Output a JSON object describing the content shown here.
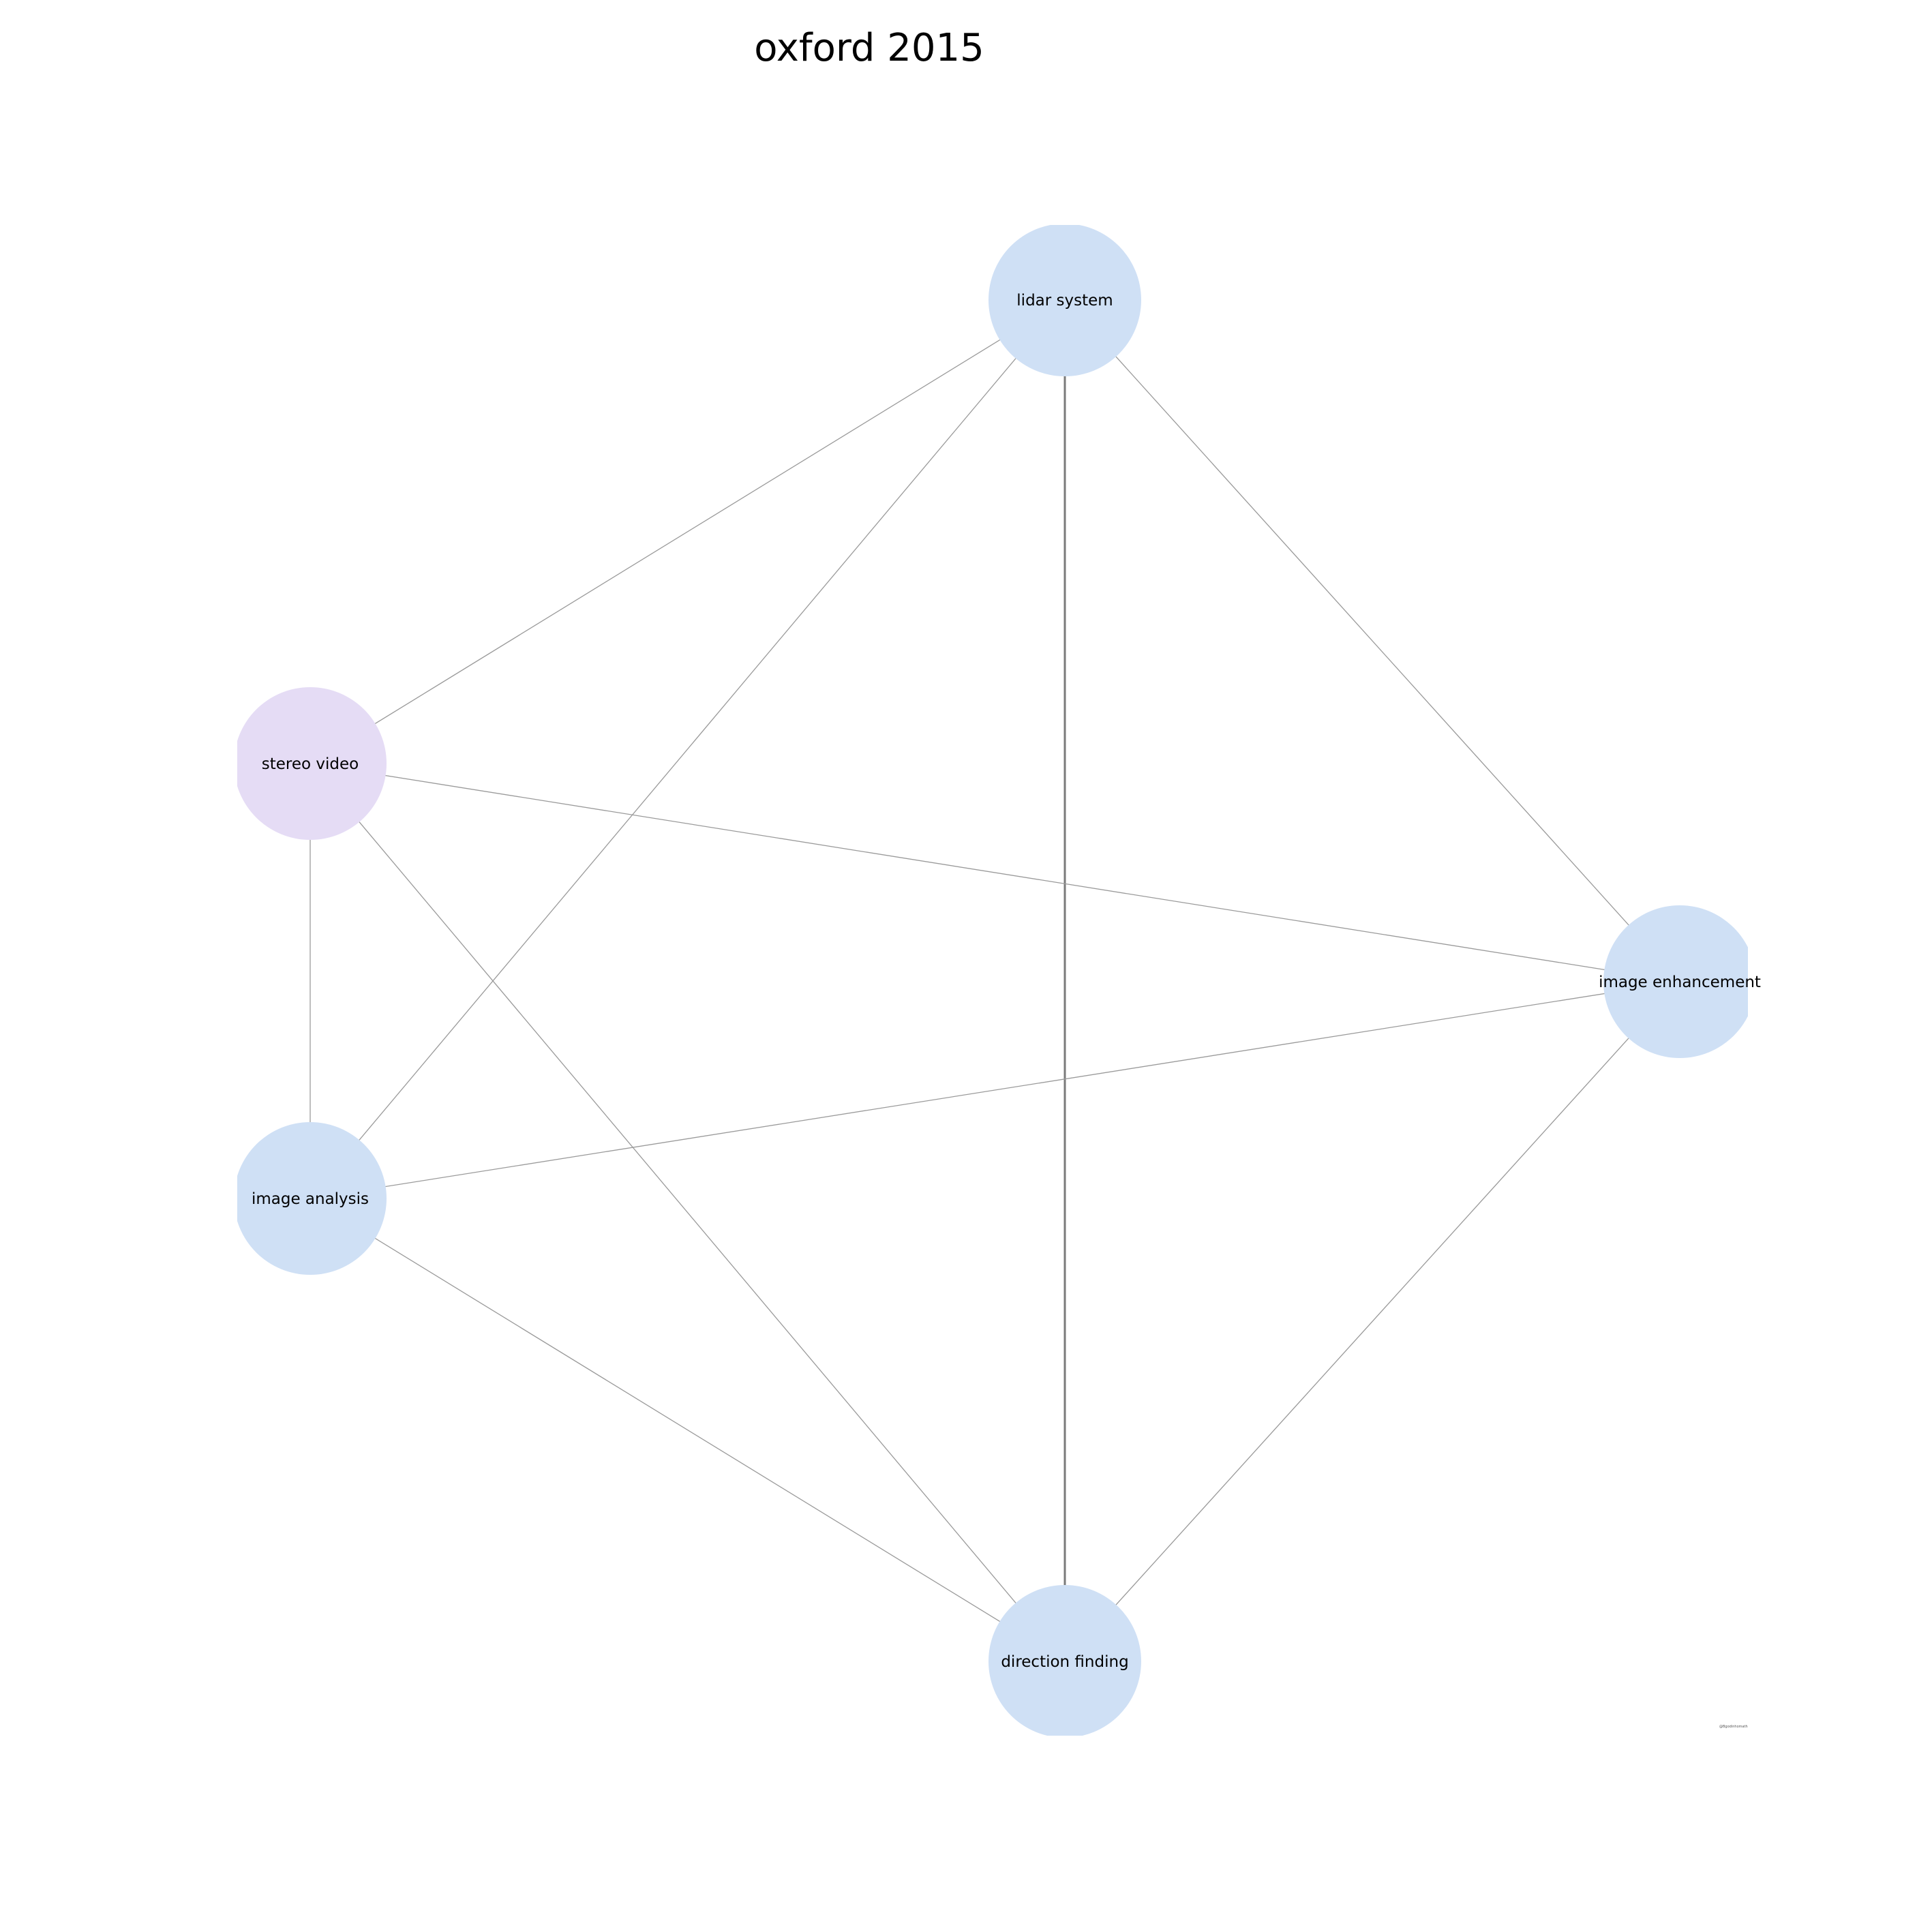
{
  "title": "oxford 2015",
  "colors": {
    "node_default": "#cfe0f5",
    "node_highlight": "#e5dcf5",
    "edge": "#9a9a9a",
    "edge_strong": "#7a7a7a"
  },
  "nodes": [
    {
      "id": "lidar",
      "label": "lidar system",
      "color": "#cfe0f5"
    },
    {
      "id": "stereo",
      "label": "stereo video",
      "color": "#e5dcf5"
    },
    {
      "id": "enhance",
      "label": "image enhancement",
      "color": "#cfe0f5"
    },
    {
      "id": "analysis",
      "label": "image analysis",
      "color": "#cfe0f5"
    },
    {
      "id": "direction",
      "label": "direction finding",
      "color": "#cfe0f5"
    }
  ],
  "edges": [
    {
      "source": "lidar",
      "target": "stereo",
      "strong": false
    },
    {
      "source": "lidar",
      "target": "analysis",
      "strong": false
    },
    {
      "source": "lidar",
      "target": "direction",
      "strong": true
    },
    {
      "source": "lidar",
      "target": "enhance",
      "strong": false
    },
    {
      "source": "stereo",
      "target": "enhance",
      "strong": false
    },
    {
      "source": "stereo",
      "target": "analysis",
      "strong": false
    },
    {
      "source": "stereo",
      "target": "direction",
      "strong": false
    },
    {
      "source": "enhance",
      "target": "analysis",
      "strong": false
    },
    {
      "source": "enhance",
      "target": "direction",
      "strong": false
    },
    {
      "source": "analysis",
      "target": "direction",
      "strong": false
    }
  ],
  "credit": "@Bgodinhomath"
}
